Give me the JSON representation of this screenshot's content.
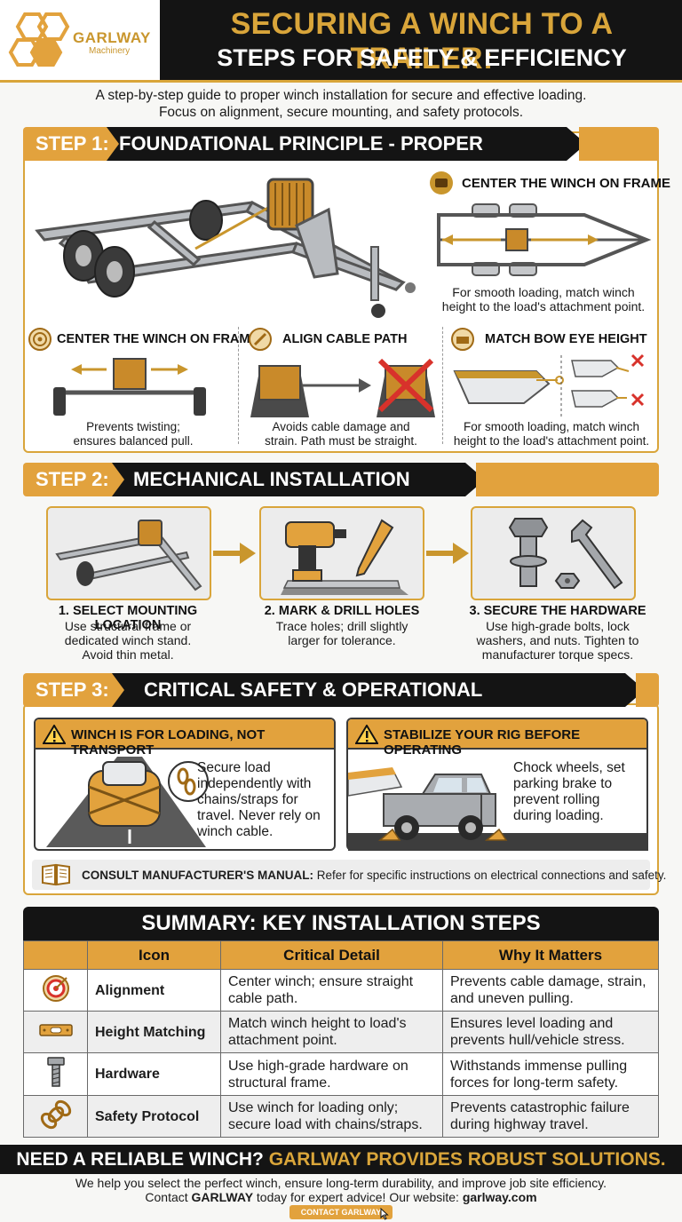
{
  "header": {
    "logo_name": "GARLWAY",
    "logo_sub": "Machinery",
    "title_line1": "SECURING A WINCH TO A TRAILER:",
    "title_line2": "STEPS FOR SAFETY & EFFICIENCY"
  },
  "intro": {
    "line1": "A step-by-step guide to proper winch installation for secure and effective loading.",
    "line2": "Focus on alignment, secure mounting, and safety protocols."
  },
  "step1": {
    "label": "STEP 1:",
    "title": "FOUNDATIONAL PRINCIPLE - PROPER ALIGNMENT",
    "top_right": {
      "heading": "CENTER THE WINCH ON FRAME",
      "caption1": "For smooth loading, match winch",
      "caption2": "height to the load's attachment point."
    },
    "items": [
      {
        "heading": "CENTER THE WINCH ON FRAME",
        "caption1": "Prevents twisting;",
        "caption2": "ensures balanced pull."
      },
      {
        "heading": "ALIGN CABLE PATH",
        "caption1": "Avoids cable damage and",
        "caption2": "strain. Path must be straight."
      },
      {
        "heading": "MATCH BOW EYE HEIGHT",
        "caption1": "For smooth loading, match winch",
        "caption2": "height to the load's attachment point."
      }
    ]
  },
  "step2": {
    "label": "STEP 2:",
    "title": "MECHANICAL INSTALLATION PROCESS",
    "items": [
      {
        "heading": "1. SELECT MOUNTING LOCATION",
        "l1": "Use structural frame or",
        "l2": "dedicated winch stand.",
        "l3": "Avoid thin metal."
      },
      {
        "heading": "2. MARK & DRILL HOLES",
        "l1": "Trace holes; drill slightly",
        "l2": "larger for tolerance.",
        "l3": ""
      },
      {
        "heading": "3. SECURE THE HARDWARE",
        "l1": "Use high-grade bolts, lock",
        "l2": "washers, and nuts. Tighten to",
        "l3": "manufacturer torque specs."
      }
    ]
  },
  "step3": {
    "label": "STEP 3:",
    "title": "CRITICAL SAFETY & OPERATIONAL CONSIDERATIONS",
    "left": {
      "heading": "WINCH IS FOR LOADING, NOT TRANSPORT",
      "l1": "Secure load",
      "l2": "independently with",
      "l3": "chains/straps for",
      "l4": "travel. Never rely on",
      "l5": "winch cable."
    },
    "right": {
      "heading": "STABILIZE YOUR RIG BEFORE OPERATING",
      "l1": "Chock wheels, set",
      "l2": "parking brake to",
      "l3": "prevent rolling",
      "l4": "during loading."
    },
    "manual_label": "CONSULT MANUFACTURER'S MANUAL:",
    "manual_text": "Refer for specific instructions on electrical connections and safety."
  },
  "summary": {
    "title": "SUMMARY: KEY INSTALLATION STEPS",
    "columns": [
      "Icon",
      "Critical Detail",
      "Why It Matters"
    ],
    "rows": [
      {
        "icon": "target-icon",
        "area": "Alignment",
        "detail1": "Center winch; ensure straight",
        "detail2": "cable path.",
        "why1": "Prevents cable damage, strain,",
        "why2": "and uneven pulling."
      },
      {
        "icon": "level-icon",
        "area": "Height Matching",
        "detail1": "Match winch height to load's",
        "detail2": "attachment point.",
        "why1": "Ensures level loading and",
        "why2": "prevents hull/vehicle stress."
      },
      {
        "icon": "bolt-icon",
        "area": "Hardware",
        "detail1": "Use high-grade hardware on",
        "detail2": "structural frame.",
        "why1": "Withstands immense pulling",
        "why2": "forces for long-term safety."
      },
      {
        "icon": "chain-icon",
        "area": "Safety Protocol",
        "detail1": "Use winch for loading only;",
        "detail2": "secure load with chains/straps.",
        "why1": "Prevents catastrophic failure",
        "why2": "during highway travel."
      }
    ]
  },
  "footer": {
    "cta_white": "NEED A RELIABLE WINCH?",
    "cta_gold": "GARLWAY PROVIDES ROBUST SOLUTIONS.",
    "line1": "We help you select the perfect winch, ensure long-term durability, and improve job site efficiency.",
    "line2_pre": "Contact ",
    "line2_brand": "GARLWAY",
    "line2_mid": " today for expert advice! Our website: ",
    "line2_site": "garlway.com",
    "button": "CONTACT GARLWAY"
  },
  "colors": {
    "gold": "#e2a23d",
    "dark": "#141414",
    "danger": "#d8322b"
  }
}
